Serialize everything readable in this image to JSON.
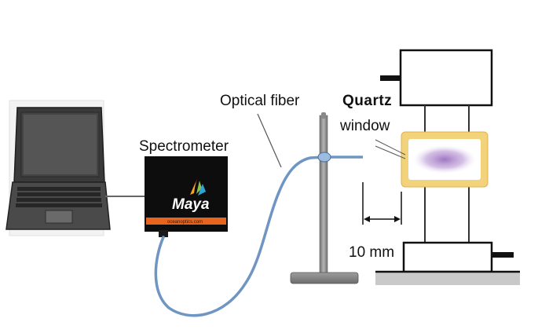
{
  "labels": {
    "spectrometer": "Spectrometer",
    "optical_fiber": "Optical fiber",
    "quartz": "Quartz",
    "window": "window",
    "distance": "10 mm"
  },
  "spectrometer_brand": {
    "logo_text": "Maya",
    "maker_text": "oceanoptics.com"
  },
  "colors": {
    "fiber": "#6f95c3",
    "quartz_frame": "#f2d27a",
    "plasma": "#a37fc0",
    "spectrometer_body": "#0d0d0d",
    "spectrometer_strip": "#e6641e",
    "stand": "#8f8f8f",
    "base_ground": "#c9c9c9"
  },
  "icons": [
    "laptop-icon",
    "spectrometer-device",
    "fiber-holder-stand",
    "plasma-reactor"
  ]
}
